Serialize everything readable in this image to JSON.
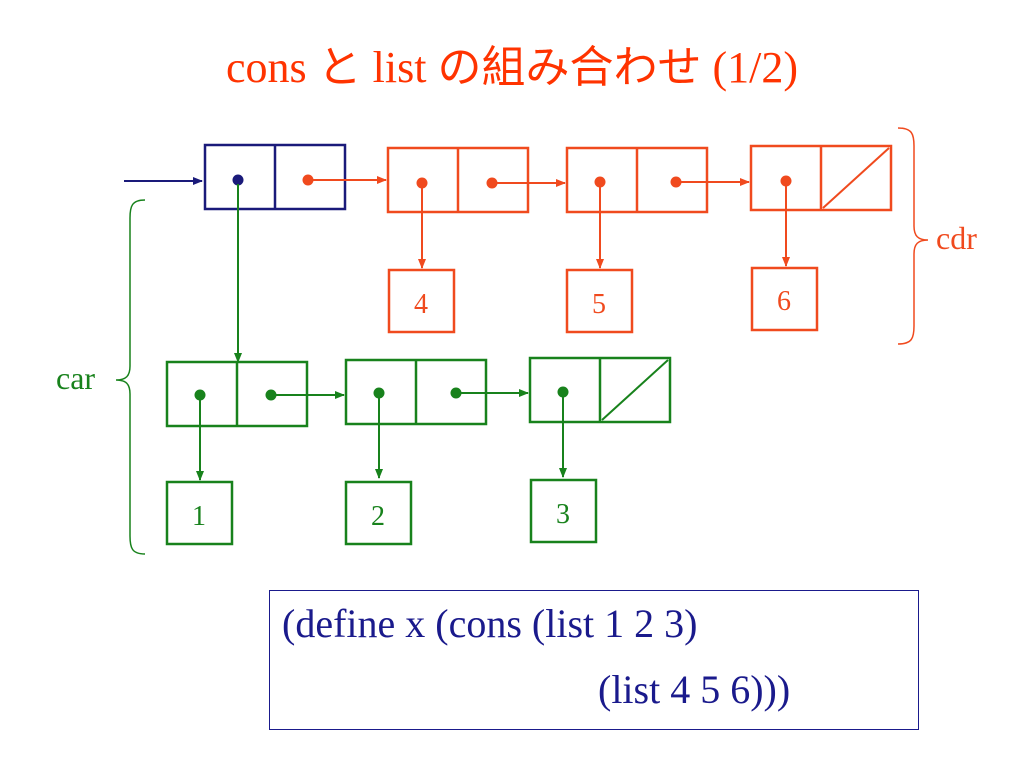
{
  "title": {
    "part1": "cons ",
    "part2": "と",
    "part3": " list ",
    "part4": "の組み合わせ",
    "part5": " (1/2)",
    "color": "#ff3300"
  },
  "colors": {
    "head": "#1a1a7a",
    "cdr_list": "#f04a1e",
    "car_list": "#18821c",
    "code_text": "#1a1a8c"
  },
  "labels": {
    "car": "car",
    "cdr": "cdr"
  },
  "cdr_list": {
    "values": [
      "4",
      "5",
      "6"
    ]
  },
  "car_list": {
    "values": [
      "1",
      "2",
      "3"
    ]
  },
  "code": {
    "line1": "(define x (cons (list 1 2 3)",
    "line2": "(list 4 5 6)))"
  }
}
